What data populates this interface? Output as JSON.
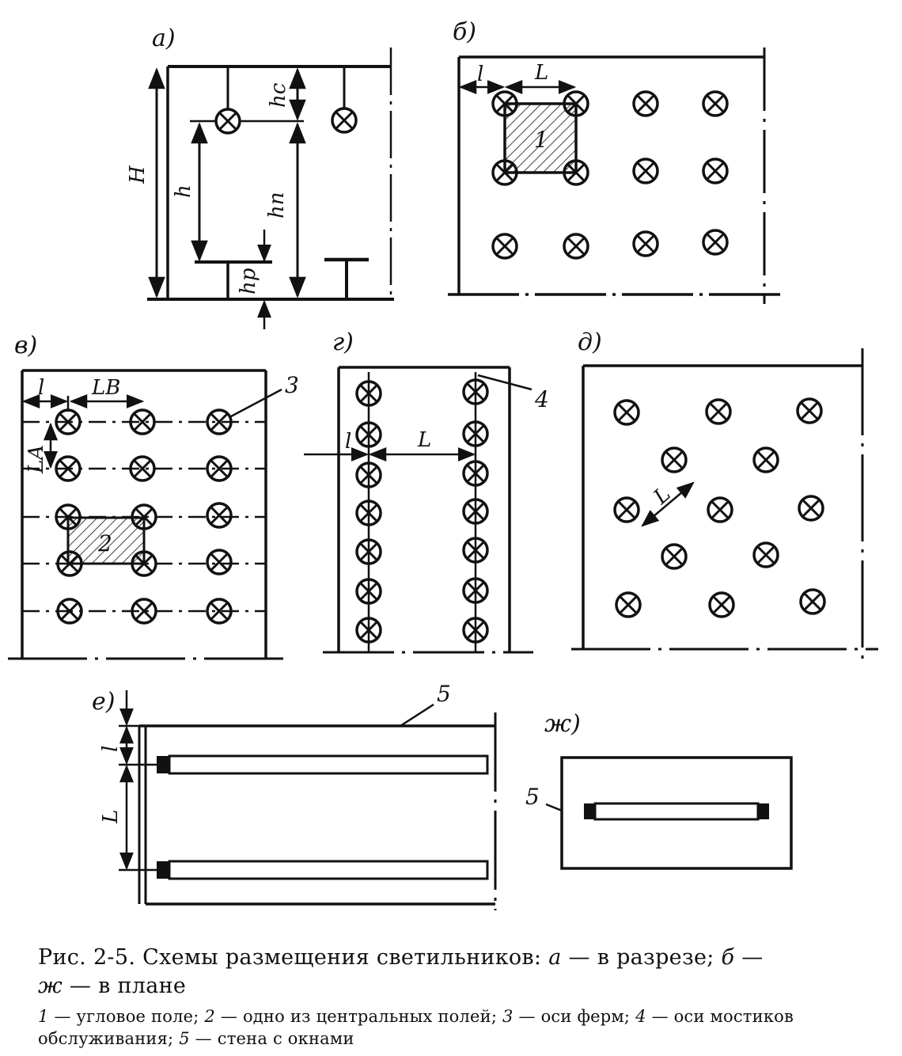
{
  "panels": {
    "a": "а)",
    "b": "б)",
    "v": "в)",
    "g": "г)",
    "d": "д)",
    "e": "е)",
    "zh": "ж)"
  },
  "dims": {
    "H": "H",
    "h": "h",
    "hc": "hc",
    "hp": "hп",
    "hr": "hp",
    "l": "l",
    "L": "L",
    "LB": "LB",
    "LA": "LA"
  },
  "callouts": {
    "n1": "1",
    "n2": "2",
    "n3": "3",
    "n4": "4",
    "n5": "5"
  },
  "caption": {
    "fig": "Рис. 2-5.",
    "title": "Схемы размещения светильников:",
    "a_letter": "а",
    "a_text": "— в разрезе;",
    "b_letter": "б",
    "b_text": "—",
    "zh_letter": "ж",
    "zh_text": "— в плане",
    "legend_1": "1",
    "legend_1_text": "— угловое поле;",
    "legend_2": "2",
    "legend_2_text": "— одно из центральных полей;",
    "legend_3": "3",
    "legend_3_text": "— оси ферм;",
    "legend_4": "4",
    "legend_4_text": "— оси мостиков обслуживания;",
    "legend_5": "5",
    "legend_5_text": "— стена с окнами"
  }
}
